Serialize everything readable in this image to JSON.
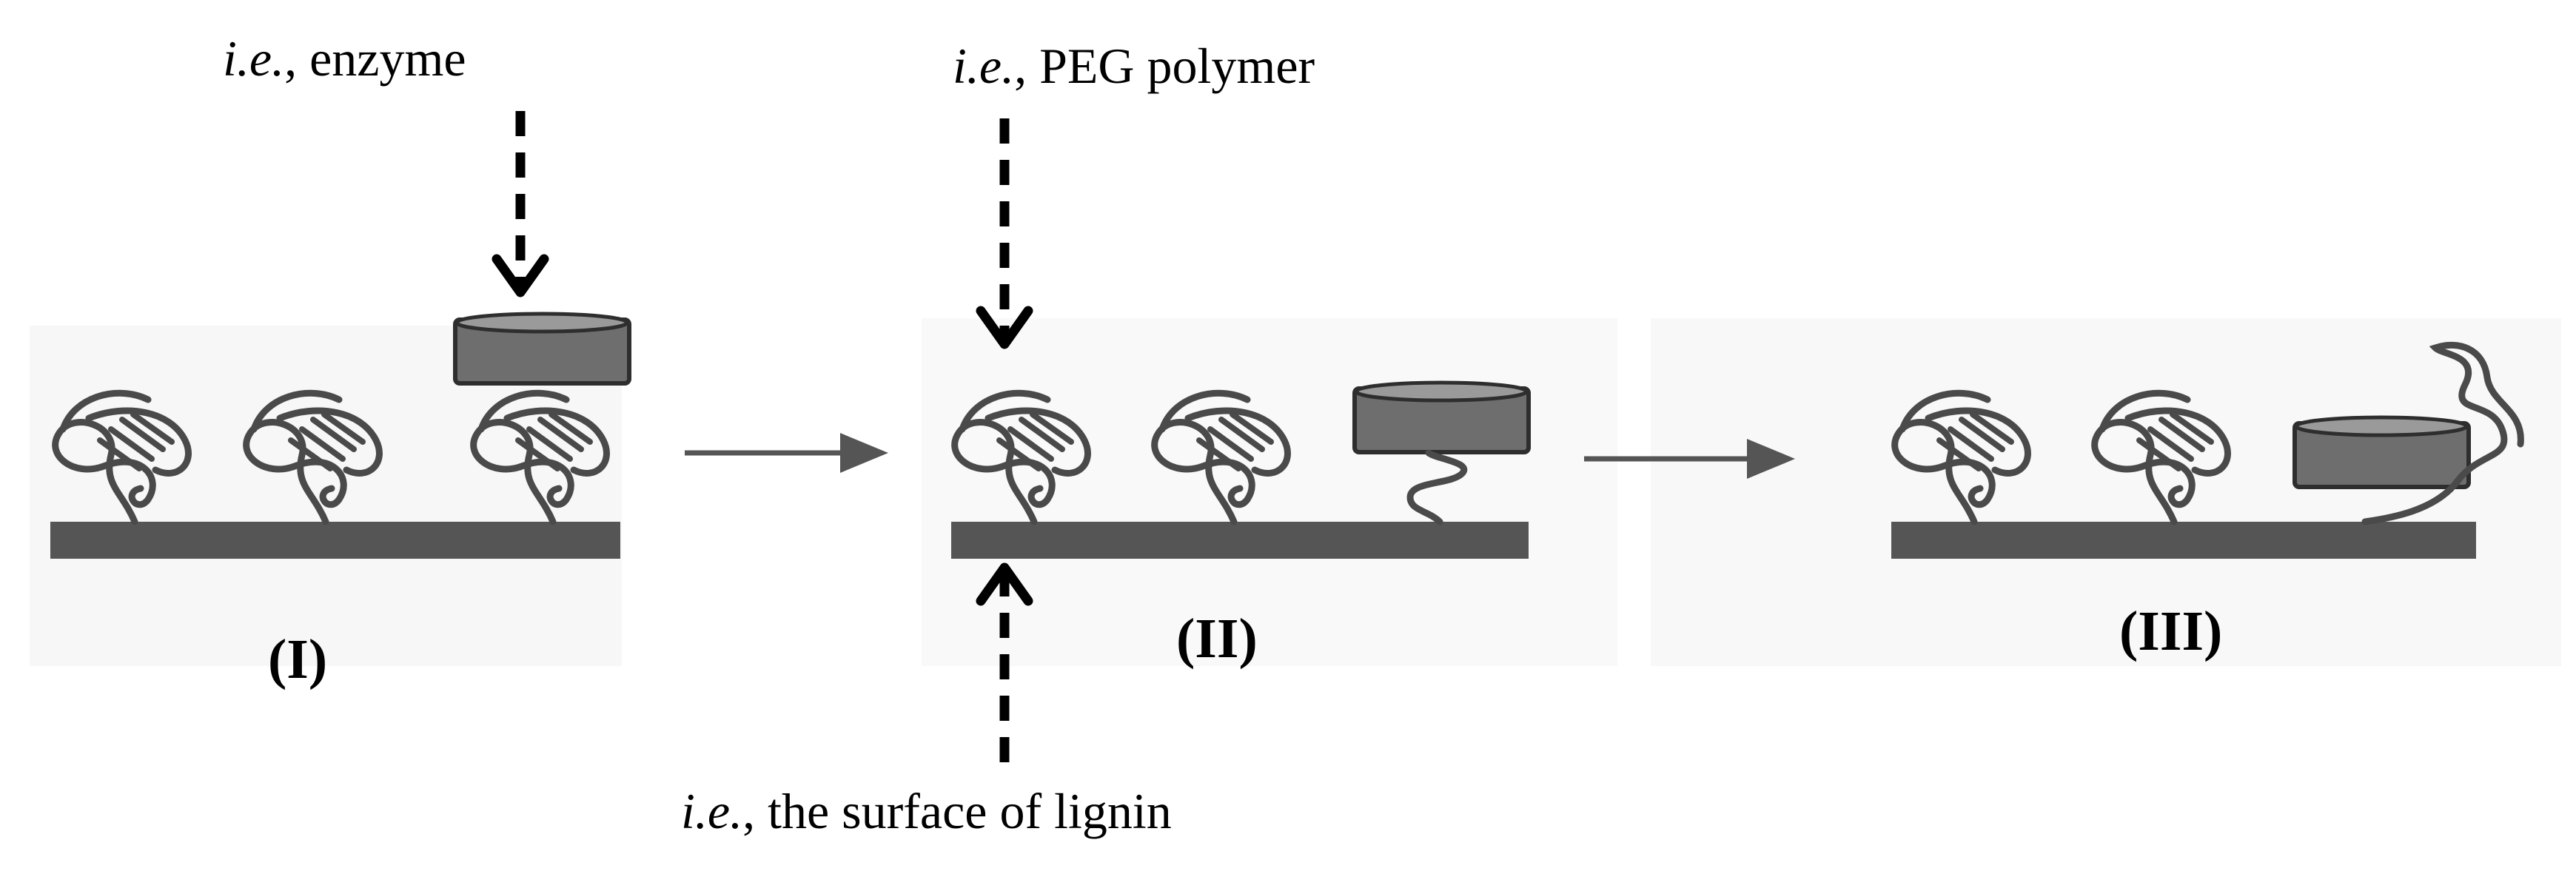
{
  "annotations": {
    "enzyme": {
      "prefix": "i.e.",
      "text": ", enzyme"
    },
    "peg": {
      "prefix": "i.e.",
      "text": ", PEG polymer"
    },
    "lignin": {
      "prefix": "i.e.",
      "text": ", the surface of lignin"
    }
  },
  "stages": [
    {
      "label": "(I)"
    },
    {
      "label": "(II)"
    },
    {
      "label": "(III)"
    }
  ],
  "colors": {
    "surface": "#555555",
    "enzyme_body": "#6e6e6e",
    "enzyme_top": "#9a9a9a",
    "coil": "#4a4a4a",
    "arrow": "#555555",
    "pointer": "#000000",
    "panel_bg": "#f7f7f7"
  }
}
